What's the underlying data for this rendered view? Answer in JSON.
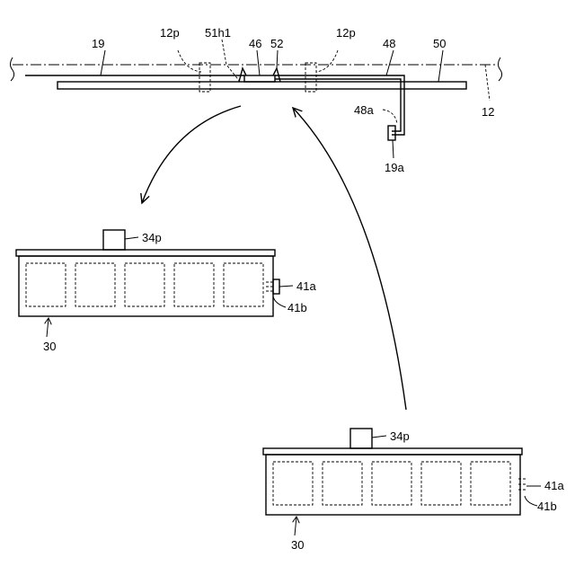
{
  "labels": {
    "l19": "19",
    "l12p_left": "12p",
    "l51h1": "51h1",
    "l46": "46",
    "l52": "52",
    "l12p_right": "12p",
    "l48": "48",
    "l50": "50",
    "l12": "12",
    "l48a": "48a",
    "l19a": "19a",
    "top_box": {
      "l34p": "34p",
      "l41a": "41a",
      "l41b": "41b",
      "l30": "30"
    },
    "bottom_box": {
      "l34p": "34p",
      "l41a": "41a",
      "l41b": "41b",
      "l30": "30"
    }
  }
}
